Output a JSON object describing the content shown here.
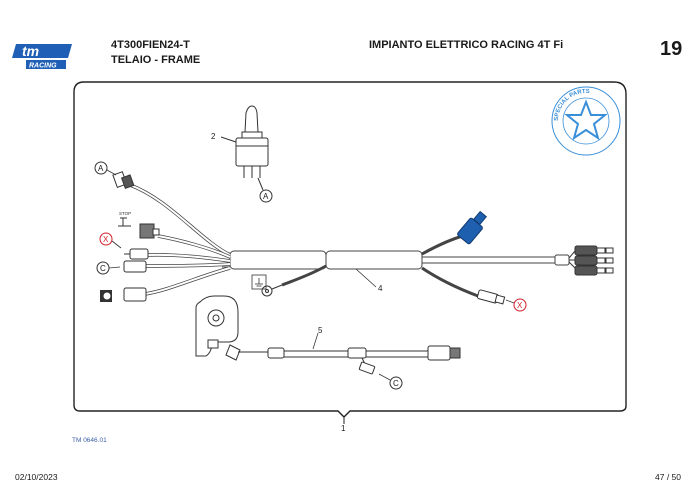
{
  "header": {
    "code": "4T300FIEN24-T",
    "group": "TELAIO - FRAME",
    "title": "IMPIANTO ELETTRICO RACING 4T Fi",
    "page_number": "19"
  },
  "logo": {
    "text": "tm",
    "subtext": "RACING",
    "color": "#1f5fb5"
  },
  "badge": {
    "text": "SPECIAL PARTS",
    "color": "#3a8fd9",
    "icon": "star-icon"
  },
  "callouts": {
    "part_1": "1",
    "part_2": "2",
    "part_4": "4",
    "part_5": "5",
    "A": "A",
    "C": "C",
    "X": "X",
    "stop_text": "STOP"
  },
  "colors": {
    "connector_blue": "#1e5fb0",
    "x_red": "#d0202a",
    "line": "#333333"
  },
  "footer": {
    "tm_code": "TM 0646.01",
    "date": "02/10/2023",
    "pages": "47 / 50"
  }
}
